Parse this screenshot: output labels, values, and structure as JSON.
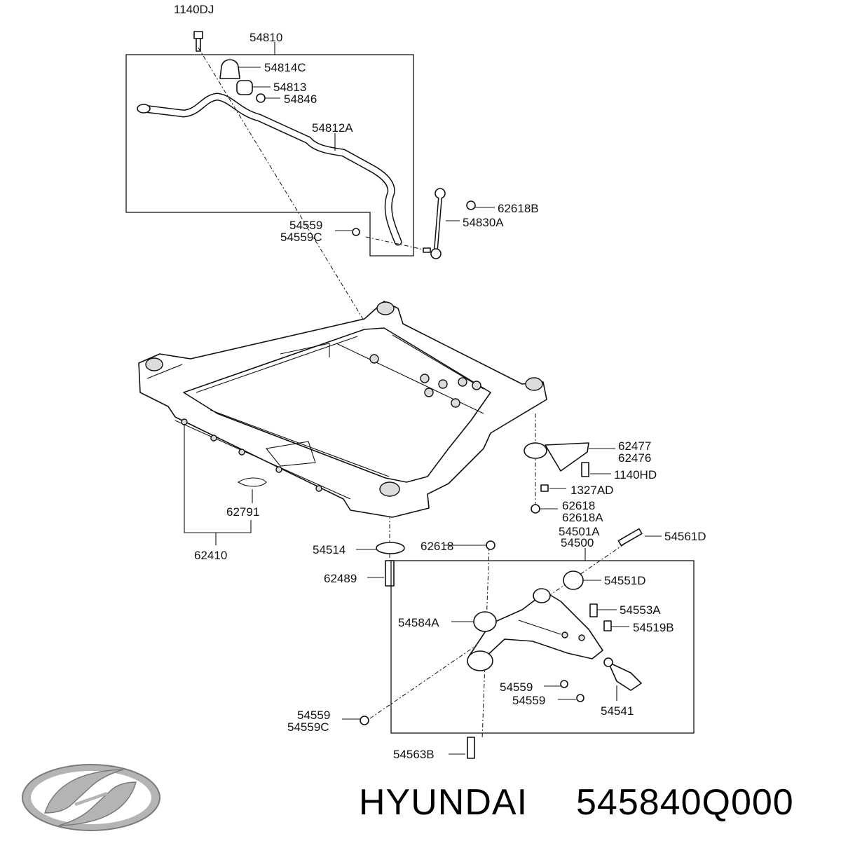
{
  "diagram": {
    "labels": [
      "1140DJ",
      "54810",
      "54814C",
      "54813",
      "54846",
      "54812A",
      "62618B",
      "54830A",
      "54559",
      "54559C",
      "62477",
      "62476",
      "1140HD",
      "1327AD",
      "62618",
      "62618A",
      "62791",
      "62410",
      "54501A",
      "54500",
      "54561D",
      "54514",
      "62618",
      "54551D",
      "62489",
      "54553A",
      "54584A",
      "54519B",
      "54559",
      "54559",
      "54541",
      "54559",
      "54559C",
      "54563B"
    ]
  },
  "footer": {
    "brand": "HYUNDAI",
    "part_number": "545840Q000",
    "logo_icon": "hyundai-logo-icon"
  }
}
